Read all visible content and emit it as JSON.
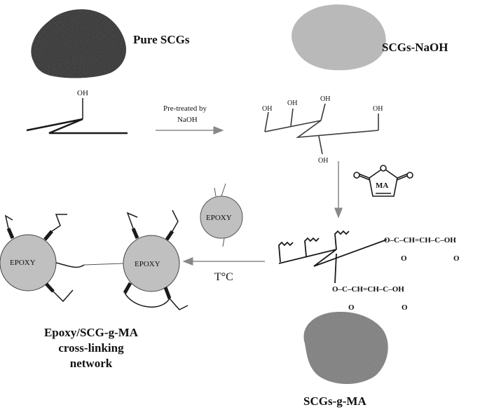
{
  "labels": {
    "pure_scg": "Pure SCGs",
    "scg_naoh": "SCGs-NaOH",
    "scg_g_ma": "SCGs-g-MA",
    "network_line1": "Epoxy/SCG-g-MA",
    "network_line2": "cross-linking",
    "network_line3": "network"
  },
  "arrows": {
    "pretreat_line1": "Pre-treated by",
    "pretreat_line2": "NaOH",
    "temperature": "T°C"
  },
  "groups": {
    "oh": "OH",
    "ma": "MA",
    "epoxy": "EPOXY",
    "ester_chain": "O–C–CH=CH–C–OH",
    "carbonyl_o": "O"
  },
  "colors": {
    "pure_powder": "#2a2a2a",
    "naoh_powder": "#b9b9b9",
    "grafted_powder": "#7d7d7d",
    "epoxy_fill": "#c0c0c0",
    "line": "#3a3a3a"
  }
}
